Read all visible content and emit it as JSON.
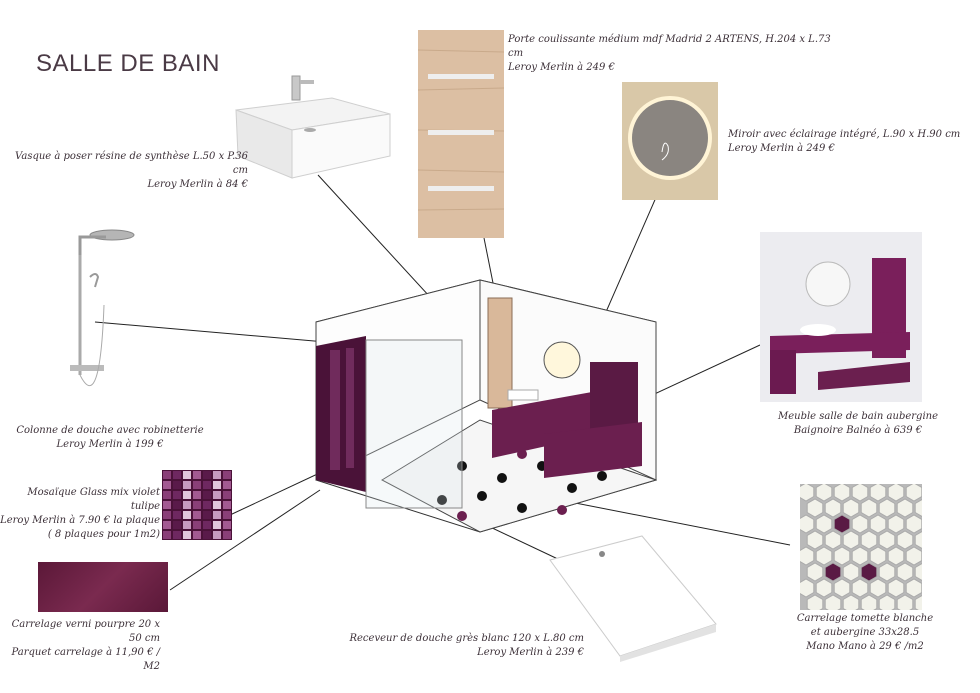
{
  "title": "SALLE DE BAIN",
  "items": {
    "vasque": [
      "Vasque à poser résine de synthèse L.50 x P.36 cm",
      "Leroy Merlin à 84 €"
    ],
    "porte": [
      "Porte coulissante médium mdf Madrid 2 ARTENS, H.204 x L.73 cm",
      "Leroy Merlin à 249 €"
    ],
    "miroir": [
      "Miroir avec éclairage intégré, L.90 x H.90 cm",
      "Leroy Merlin à 249 €"
    ],
    "colonne": [
      "Colonne de douche avec robinetterie",
      "Leroy Merlin à 199 €"
    ],
    "meuble": [
      "Meuble salle de bain aubergine",
      "Baignoire Balnéo à 639 €"
    ],
    "mosaique": [
      "Mosaïque Glass mix violet tulipe",
      "Leroy Merlin à 7.90 € la plaque",
      "( 8 plaques pour 1m2)"
    ],
    "carrelage_verni": [
      "Carrelage verni pourpre 20 x 50 cm",
      "Parquet carrelage à 11,90 € / M2"
    ],
    "receveur": [
      "Receveur de douche grès blanc 120 x L.80 cm",
      "Leroy Merlin à 239 €"
    ],
    "tomette": [
      "Carrelage tomette blanche",
      "et aubergine 33x28.5",
      "Mano Mano à 29 € /m2"
    ]
  },
  "colors": {
    "aubergine": "#6b1f4f",
    "purple_dark": "#4a1238",
    "wood": "#d9b89a"
  }
}
